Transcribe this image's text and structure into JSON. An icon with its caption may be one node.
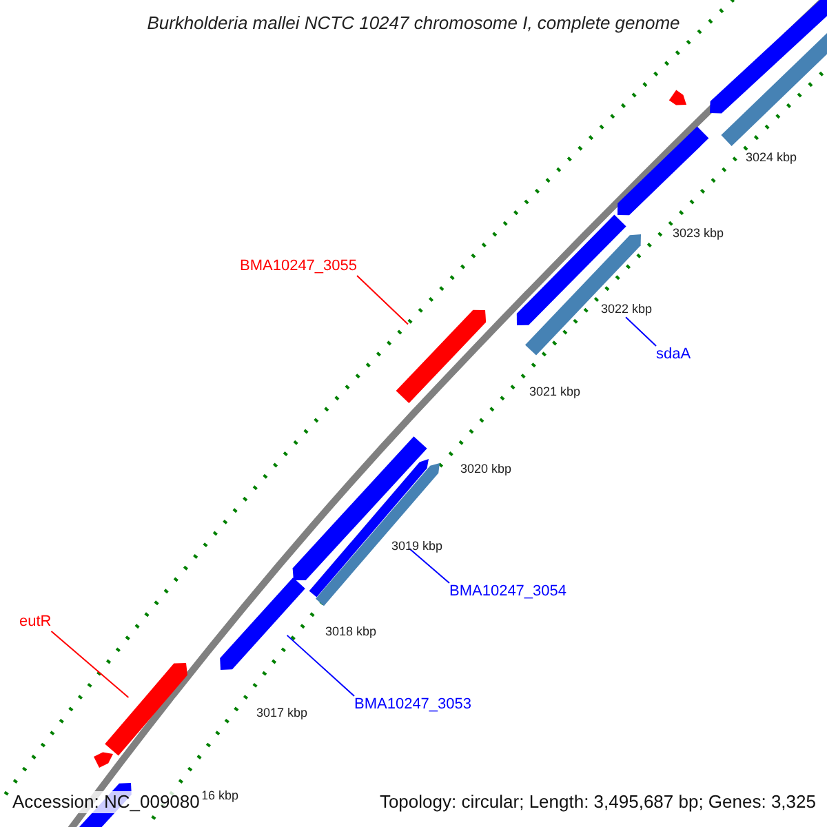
{
  "diagram": {
    "title": "Burkholderia mallei NCTC 10247 chromosome I, complete genome",
    "nodes": [
      {
        "text": [
          "BMA10247_3055"
        ]
      },
      {
        "text": [],
        "shape": "bar"
      },
      {
        "text": [
          "sdaA"
        ]
      },
      {
        "text": [],
        "shape": "bar"
      },
      {
        "text": [
          "BMA10247_3054"
        ]
      },
      {
        "text": [],
        "shape": "bar"
      },
      {
        "text": [
          "eutR"
        ]
      },
      {
        "text": [],
        "shape": "bar"
      },
      {
        "text": [
          "BMA10247_3053"
        ]
      },
      {
        "text": [],
        "shape": "bar"
      },
      {
        "text": [],
        "shape": "bar"
      },
      {
        "text": [],
        "shape": "bar"
      },
      {
        "text": [],
        "shape": "bar"
      },
      {
        "text": [],
        "shape": "bar"
      },
      {
        "text": [],
        "shape": "bar"
      },
      {
        "text": [],
        "shape": "bar"
      },
      {
        "text": [],
        "shape": "bar"
      },
      {
        "text": [],
        "shape": "bar"
      },
      {
        "text": [],
        "shape": "bar"
      }
    ],
    "edges": [
      {
        "from": 0,
        "to": 1,
        "arrow": "none",
        "color": "#ff0000"
      },
      {
        "from": 2,
        "to": 3,
        "arrow": "none"
      },
      {
        "from": 4,
        "to": 5,
        "arrow": "none"
      },
      {
        "from": 6,
        "to": 7,
        "arrow": "none",
        "color": "#ff0000"
      },
      {
        "from": 8,
        "to": 9,
        "arrow": "none"
      }
    ],
    "labels": [
      "3024 kbp",
      "3023 kbp",
      "3022 kbp",
      "3021 kbp",
      "3020 kbp",
      "3019 kbp",
      "3018 kbp",
      "3017 kbp",
      "16 kbp",
      "Accession: NC_009080",
      "Topology: circular; Length: 3,495,687 bp; Genes: 3,325"
    ]
  }
}
